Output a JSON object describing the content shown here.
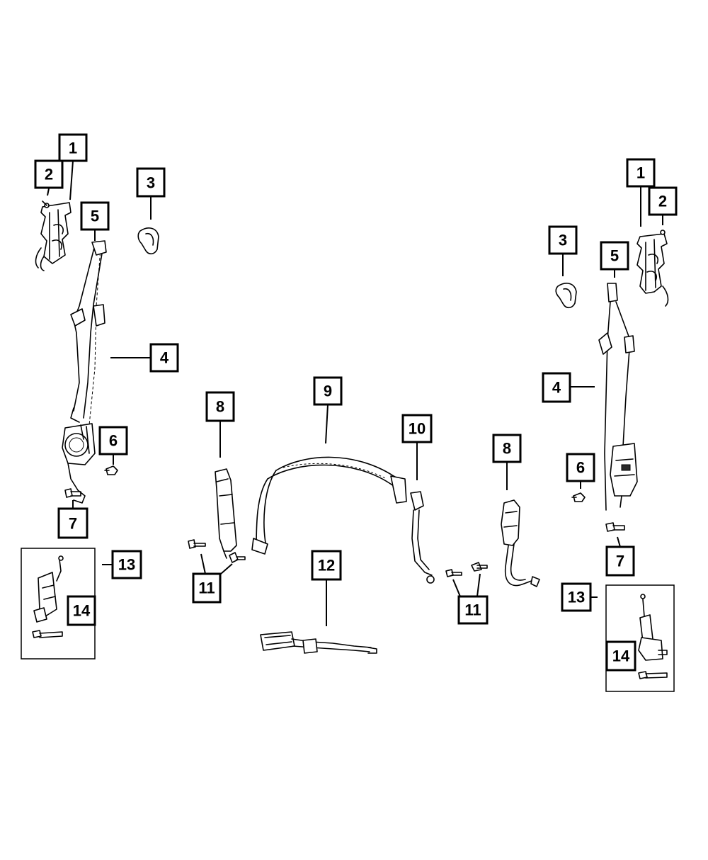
{
  "diagram": {
    "callouts": {
      "l1": "1",
      "l2": "2",
      "l3": "3",
      "l4": "4",
      "l5": "5",
      "l6": "6",
      "l7": "7",
      "l8": "8",
      "l11": "11",
      "l13": "13",
      "l14": "14",
      "c9": "9",
      "c10": "10",
      "c12": "12",
      "r1": "1",
      "r2": "2",
      "r3": "3",
      "r4": "4",
      "r5": "5",
      "r6": "6",
      "r7": "7",
      "r8": "8",
      "r11": "11",
      "r13": "13",
      "r14": "14"
    }
  }
}
